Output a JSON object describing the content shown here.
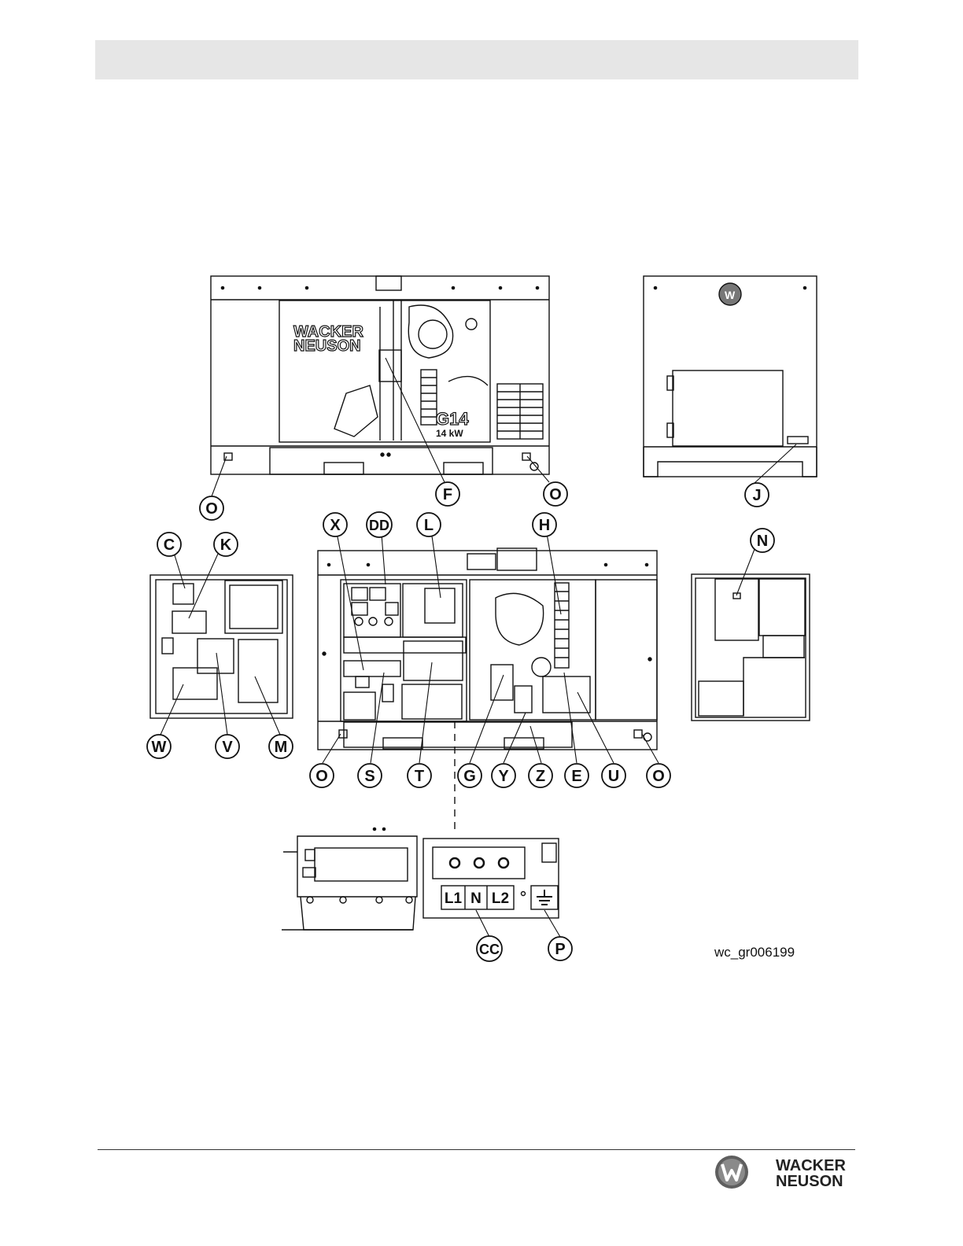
{
  "figure_id": "wc_gr006199",
  "callouts": {
    "O": "O",
    "F": "F",
    "J": "J",
    "C": "C",
    "K": "K",
    "X": "X",
    "DD": "DD",
    "L": "L",
    "H": "H",
    "N": "N",
    "W": "W",
    "V": "V",
    "M": "M",
    "S": "S",
    "T": "T",
    "G": "G",
    "Y": "Y",
    "Z": "Z",
    "E": "E",
    "U": "U",
    "CC": "CC",
    "P": "P"
  },
  "panel_labels": {
    "l1": "L1",
    "n": "N",
    "l2": "L2"
  },
  "machine_branding": {
    "logo_line1": "WACKER",
    "logo_line2": "NEUSON",
    "model": "G14",
    "rating": "14 kW"
  },
  "footer": {
    "brand_line1": "WACKER",
    "brand_line2": "NEUSON"
  }
}
